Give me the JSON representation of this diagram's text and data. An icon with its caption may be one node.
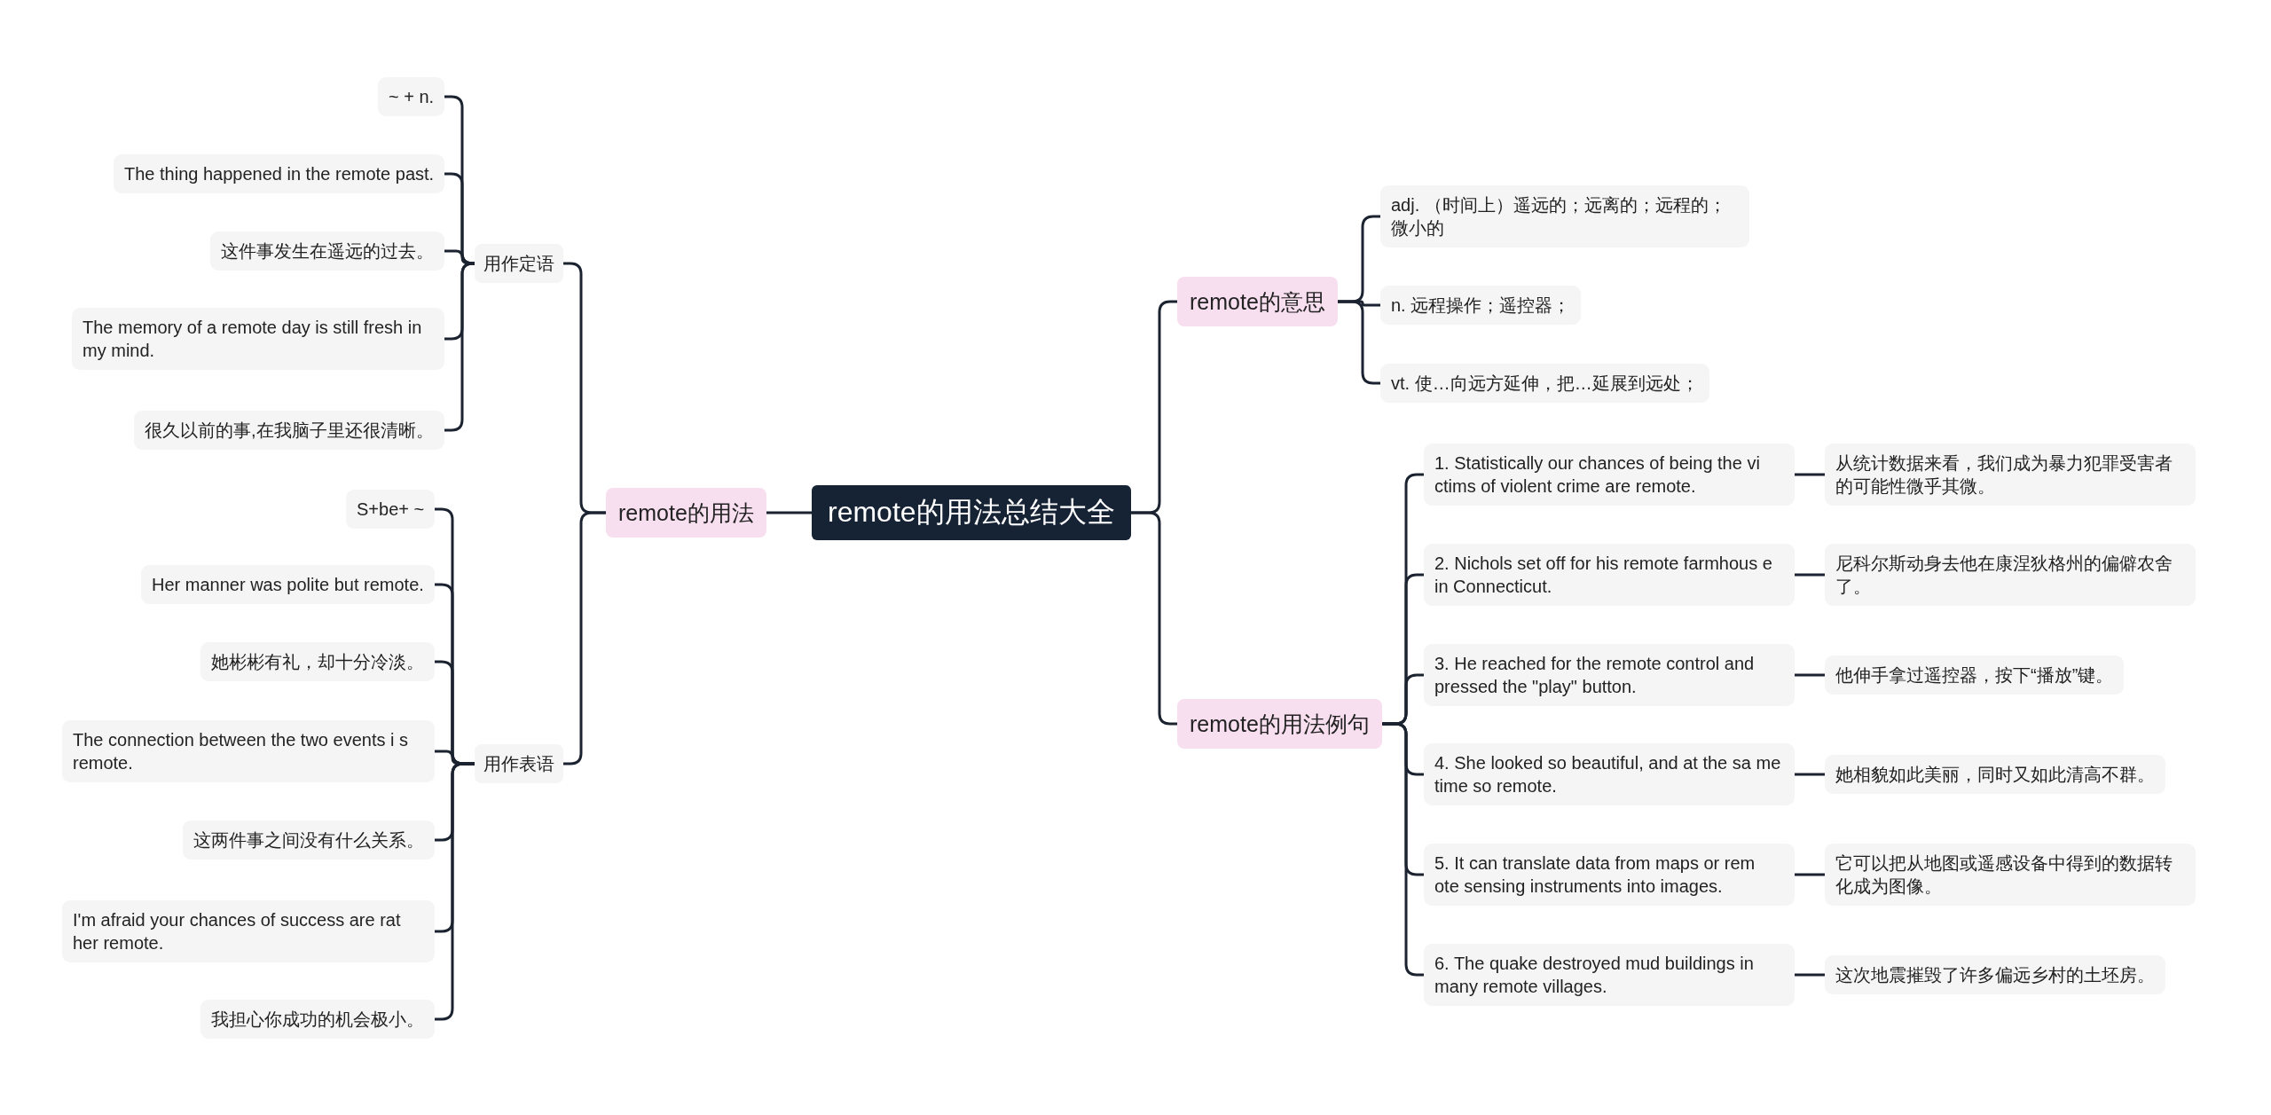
{
  "diagram": {
    "nodes": [
      {
        "text": [
          "remote的用法总结大全"
        ]
      },
      {
        "text": [
          "remote的用法"
        ]
      },
      {
        "text": [
          "用作定语"
        ]
      },
      {
        "text": [
          "~ + n."
        ]
      },
      {
        "text": [
          "The thing happened in the remote past."
        ]
      },
      {
        "text": [
          "这件事发生在遥远的过去。"
        ]
      },
      {
        "text": [
          "The memory of a remote day is still fresh in my mind."
        ]
      },
      {
        "text": [
          "很久以前的事,在我脑子里还很清晰。"
        ]
      },
      {
        "text": [
          "用作表语"
        ]
      },
      {
        "text": [
          "S+be+ ~"
        ]
      },
      {
        "text": [
          "Her manner was polite but remote."
        ]
      },
      {
        "text": [
          "她彬彬有礼，却十分冷淡。"
        ]
      },
      {
        "text": [
          "The connection between the two events i s remote."
        ]
      },
      {
        "text": [
          "这两件事之间没有什么关系。"
        ]
      },
      {
        "text": [
          "I'm afraid your chances of success are rat her remote."
        ]
      },
      {
        "text": [
          "我担心你成功的机会极小。"
        ]
      },
      {
        "text": [
          "remote的意思"
        ]
      },
      {
        "text": [
          "adj. （时间上）遥远的；远离的；远程的；微小的"
        ]
      },
      {
        "text": [
          "n. 远程操作；遥控器；"
        ]
      },
      {
        "text": [
          "vt. 使…向远方延伸，把…延展到远处；"
        ]
      },
      {
        "text": [
          "remote的用法例句"
        ]
      },
      {
        "text": [
          "1. Statistically our chances of being the vi ctims of violent crime are remote."
        ]
      },
      {
        "text": [
          "从统计数据来看，我们成为暴力犯罪受害者的可能性微乎其微。"
        ]
      },
      {
        "text": [
          "2. Nichols set off for his remote farmhous e in Connecticut."
        ]
      },
      {
        "text": [
          "尼科尔斯动身去他在康涅狄格州的偏僻农舍了。"
        ]
      },
      {
        "text": [
          "3. He reached for the remote control and pressed the \"play\" button."
        ]
      },
      {
        "text": [
          "他伸手拿过遥控器，按下“播放”键。"
        ]
      },
      {
        "text": [
          "4. She looked so beautiful, and at the sa me time so remote."
        ]
      },
      {
        "text": [
          "她相貌如此美丽，同时又如此清高不群。"
        ]
      },
      {
        "text": [
          "5. It can translate data from maps or rem ote sensing instruments into images."
        ]
      },
      {
        "text": [
          "它可以把从地图或遥感设备中得到的数据转化成为图像。"
        ]
      },
      {
        "text": [
          "6. The quake destroyed mud buildings in many remote villages."
        ]
      },
      {
        "text": [
          "这次地震摧毁了许多偏远乡村的土坯房。"
        ]
      }
    ],
    "edges": [
      {
        "from": 0,
        "to": 1,
        "arrow": "none"
      },
      {
        "from": 1,
        "to": 2,
        "arrow": "none"
      },
      {
        "from": 2,
        "to": 3,
        "arrow": "none"
      },
      {
        "from": 2,
        "to": 4,
        "arrow": "none"
      },
      {
        "from": 2,
        "to": 5,
        "arrow": "none"
      },
      {
        "from": 2,
        "to": 6,
        "arrow": "none"
      },
      {
        "from": 2,
        "to": 7,
        "arrow": "none"
      },
      {
        "from": 1,
        "to": 8,
        "arrow": "none"
      },
      {
        "from": 8,
        "to": 9,
        "arrow": "none"
      },
      {
        "from": 8,
        "to": 10,
        "arrow": "none"
      },
      {
        "from": 8,
        "to": 11,
        "arrow": "none"
      },
      {
        "from": 8,
        "to": 12,
        "arrow": "none"
      },
      {
        "from": 8,
        "to": 13,
        "arrow": "none"
      },
      {
        "from": 8,
        "to": 14,
        "arrow": "none"
      },
      {
        "from": 8,
        "to": 15,
        "arrow": "none"
      },
      {
        "from": 0,
        "to": 16,
        "arrow": "none"
      },
      {
        "from": 16,
        "to": 17,
        "arrow": "none"
      },
      {
        "from": 16,
        "to": 18,
        "arrow": "none"
      },
      {
        "from": 16,
        "to": 19,
        "arrow": "none"
      },
      {
        "from": 0,
        "to": 20,
        "arrow": "none"
      },
      {
        "from": 20,
        "to": 21,
        "arrow": "none"
      },
      {
        "from": 21,
        "to": 22,
        "arrow": "none"
      },
      {
        "from": 20,
        "to": 23,
        "arrow": "none"
      },
      {
        "from": 23,
        "to": 24,
        "arrow": "none"
      },
      {
        "from": 20,
        "to": 25,
        "arrow": "none"
      },
      {
        "from": 25,
        "to": 26,
        "arrow": "none"
      },
      {
        "from": 20,
        "to": 27,
        "arrow": "none"
      },
      {
        "from": 27,
        "to": 28,
        "arrow": "none"
      },
      {
        "from": 20,
        "to": 29,
        "arrow": "none"
      },
      {
        "from": 29,
        "to": 30,
        "arrow": "none"
      },
      {
        "from": 20,
        "to": 31,
        "arrow": "none"
      },
      {
        "from": 31,
        "to": 32,
        "arrow": "none"
      }
    ]
  }
}
